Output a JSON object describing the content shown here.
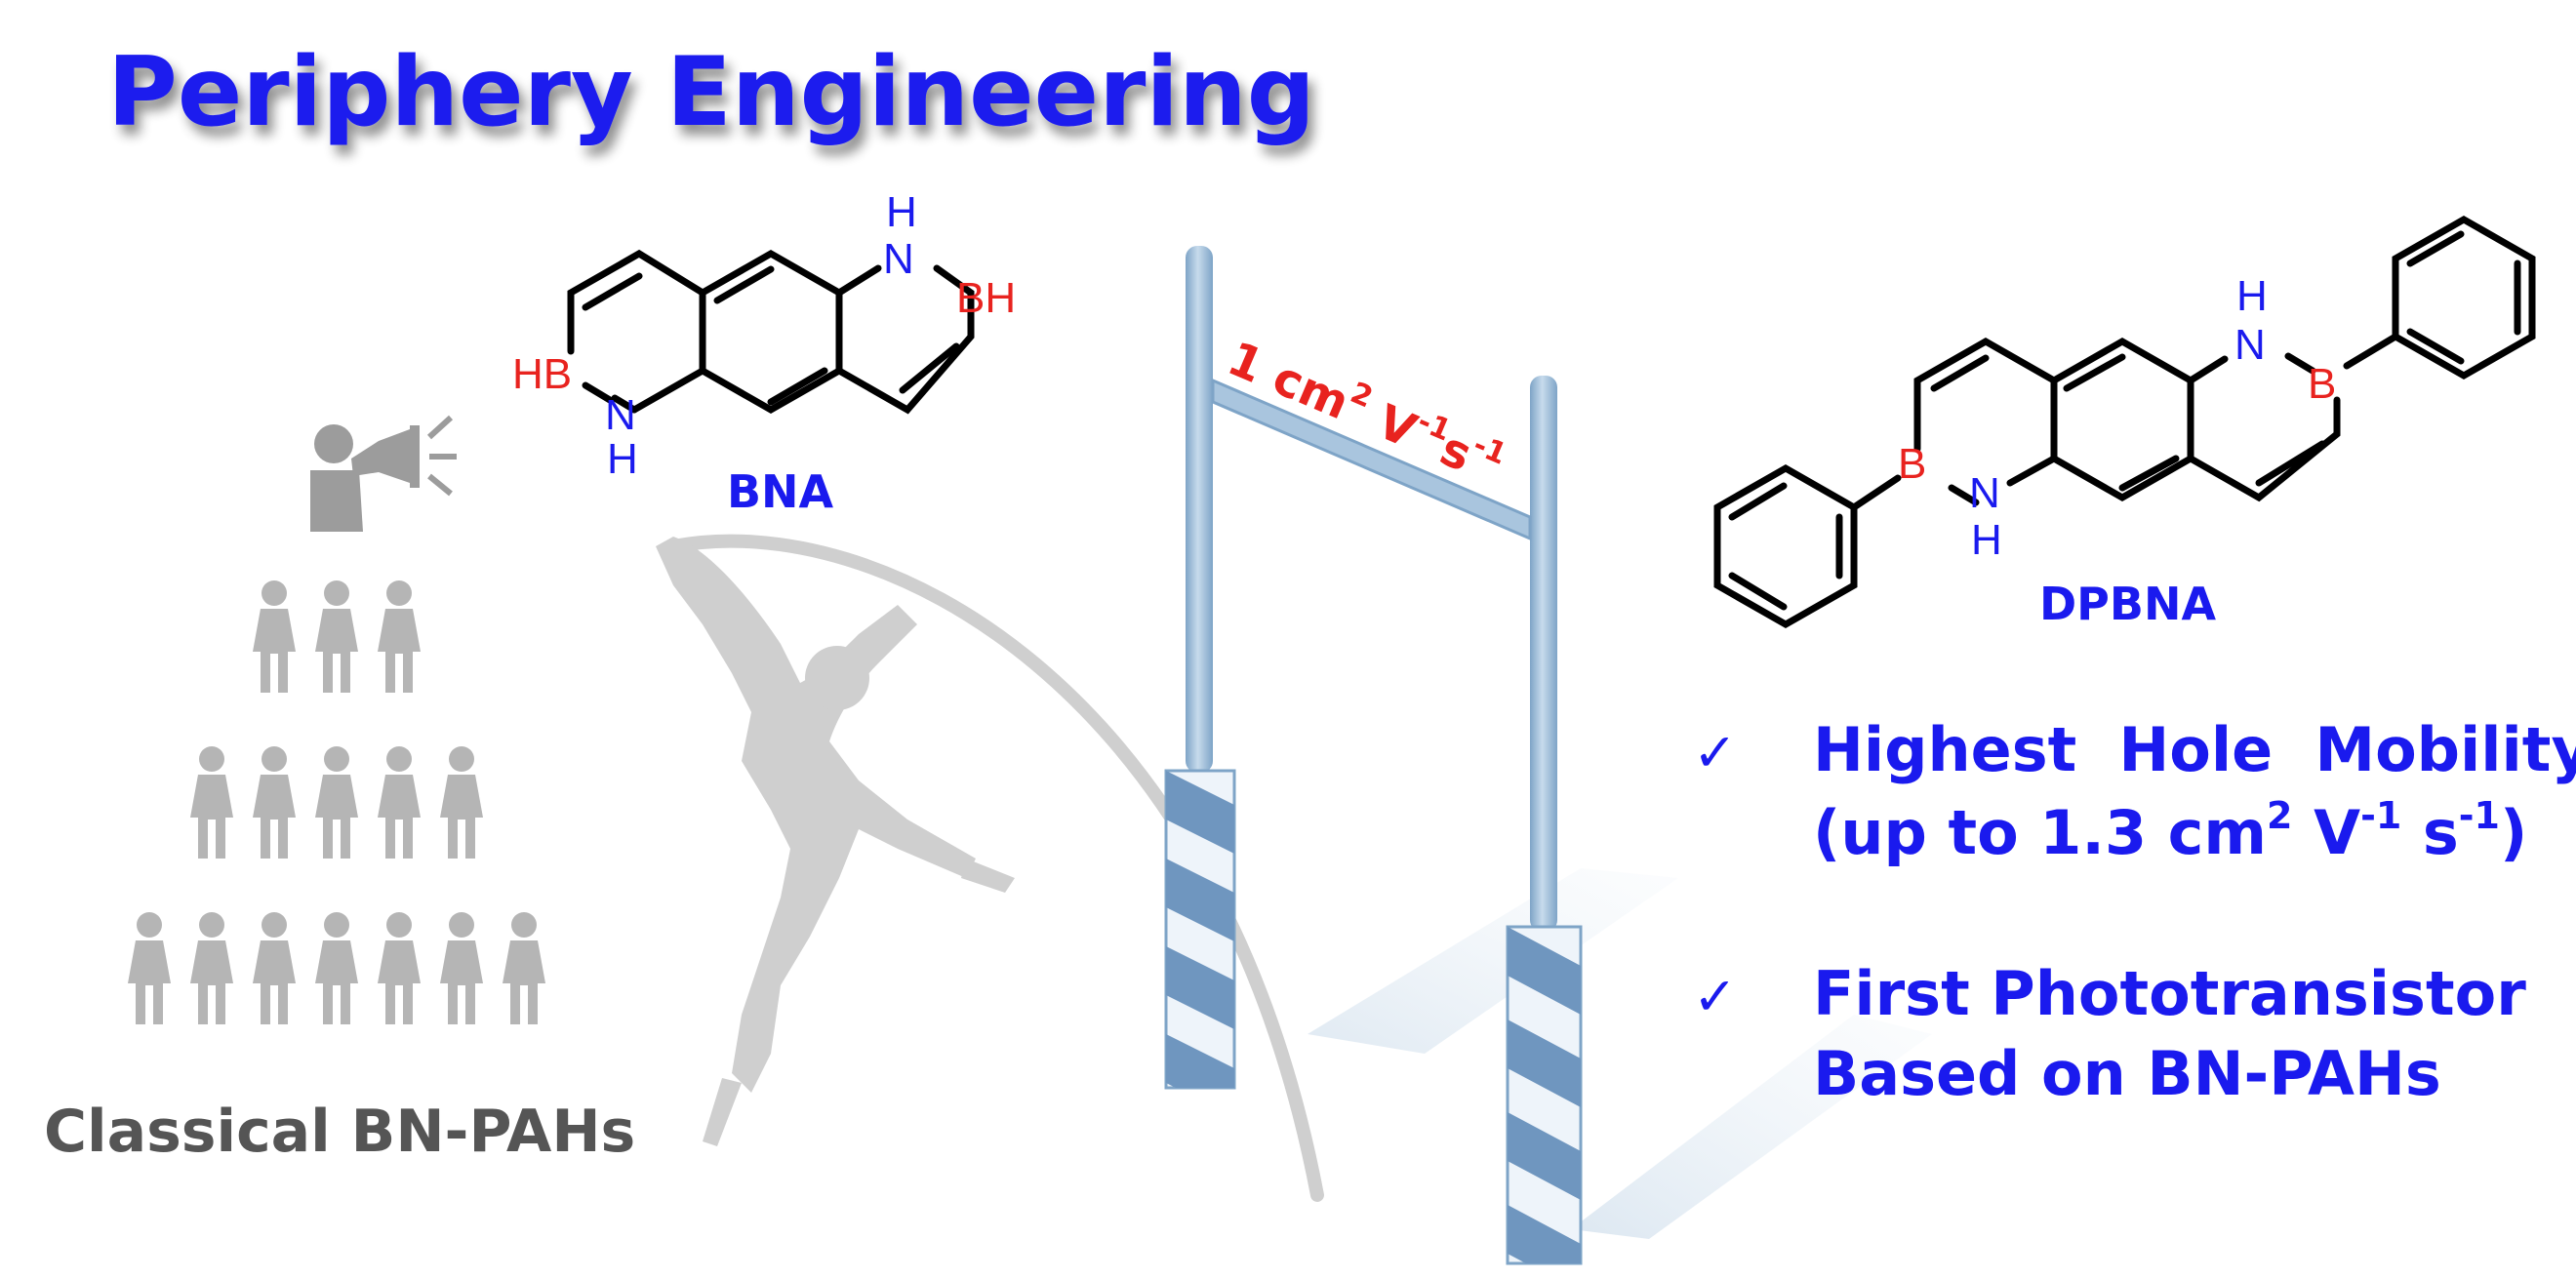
{
  "title": "Periphery Engineering",
  "colors": {
    "title": "#1a1aee",
    "boron": "#e8231f",
    "nitrogen": "#1a1aee",
    "bond": "#000000",
    "people": "#b5b5b5",
    "speaker": "#9c9c9c",
    "athlete": "#cfcfcf",
    "pole": "#8fb2d1",
    "stripe": "#6f96bf"
  },
  "left_panel": {
    "caption": "Classical BN-PAHs",
    "speaker_icon": "megaphone-icon",
    "crowd_rows": [
      3,
      5,
      7
    ]
  },
  "bna": {
    "name": "BNA",
    "atom_hb": "HB",
    "atom_bh": "BH",
    "atom_n": "N",
    "atom_h": "H"
  },
  "high_jump": {
    "bar_label_base": "1 cm",
    "bar_label_sup1": "2",
    "bar_label_v": " V",
    "bar_label_sup2": "-1",
    "bar_label_s": "s",
    "bar_label_sup3": "-1"
  },
  "dpbna": {
    "name": "DPBNA",
    "atom_b": "B",
    "atom_n": "N",
    "atom_h": "H"
  },
  "bullets": [
    {
      "check": "✓",
      "line1": "Highest  Hole  Mobility",
      "line2_pre": "(up to 1.3 cm",
      "line2_sup1": "2",
      "line2_mid": " V",
      "line2_sup2": "-1",
      "line2_s": " s",
      "line2_sup3": "-1",
      "line2_post": ")"
    },
    {
      "check": "✓",
      "line1": "First Phototransistor",
      "line2": "Based on BN-PAHs"
    }
  ]
}
